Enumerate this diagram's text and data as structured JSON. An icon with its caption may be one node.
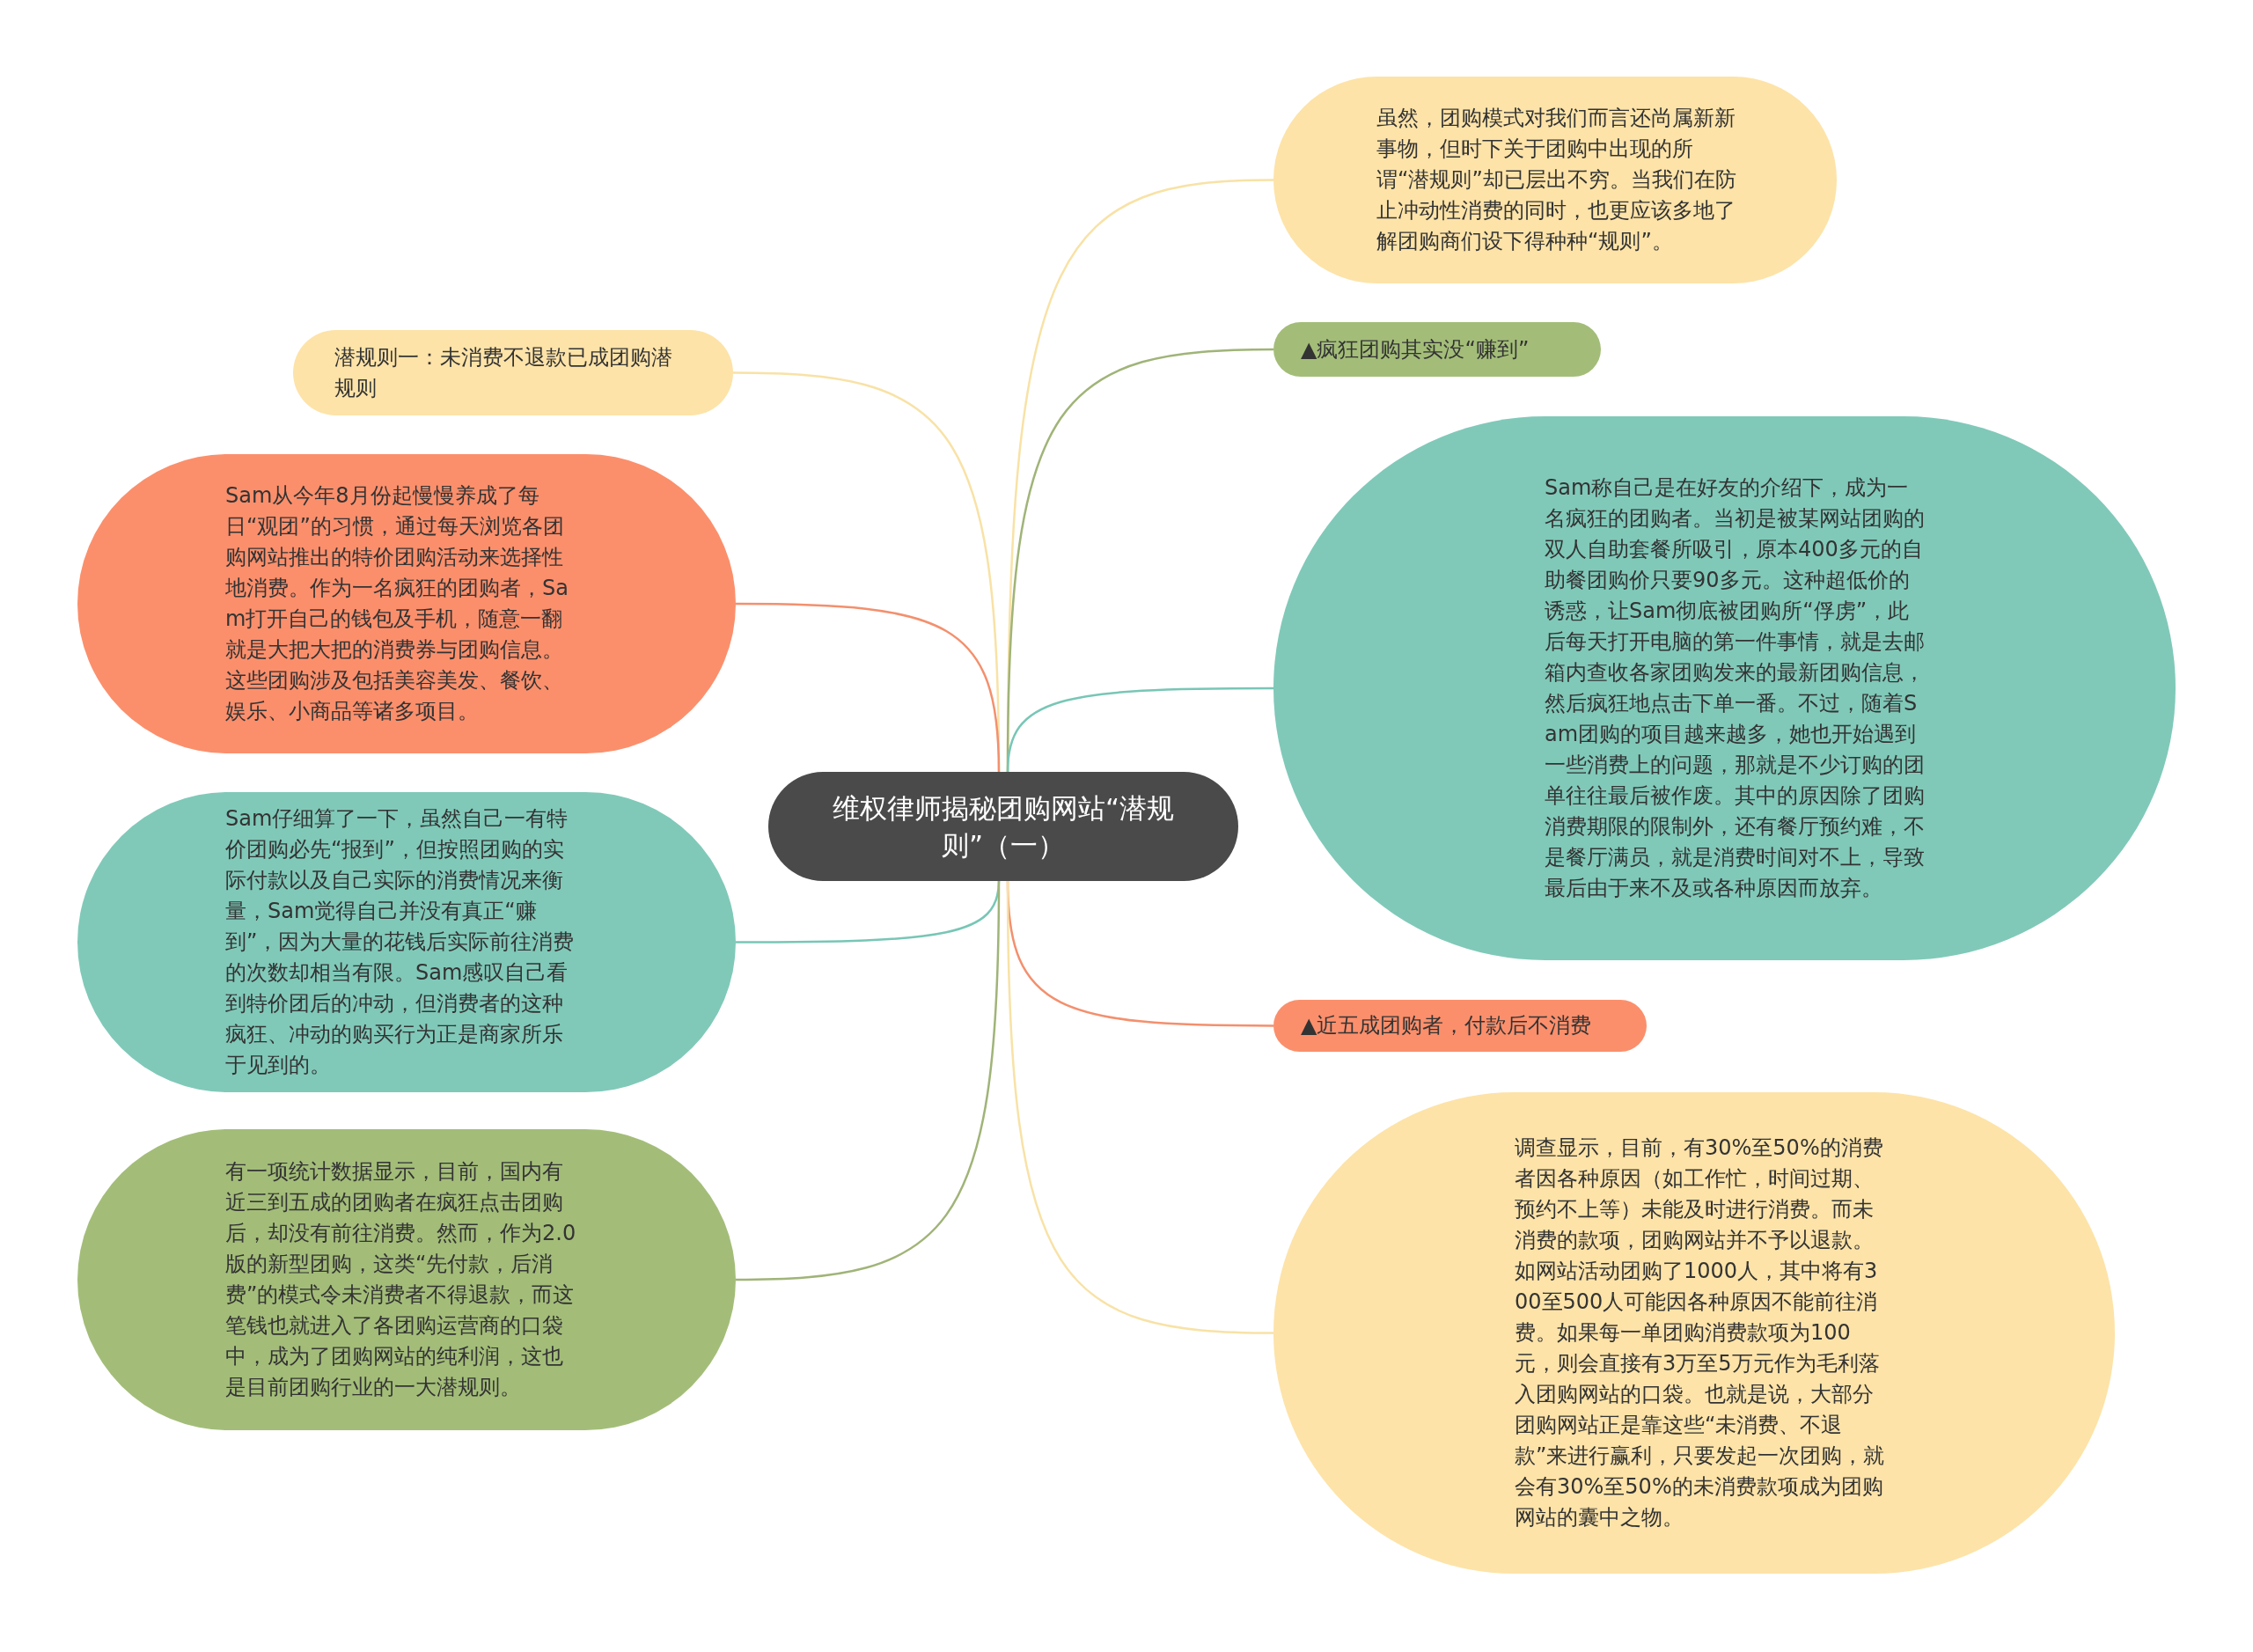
{
  "diagram": {
    "nodes": [
      {
        "text": [
          "维权律师揭秘团购网站“潜规则”（一）"
        ]
      },
      {
        "text": [
          "虽然，团购模式对我们而言还尚属新新事物，但时下关于团购中出现的所谓“潜规则”却已层出不穷。当我们在防止冲动性消费的同时，也更应该多地了解团购商们设下得种种“规则”。"
        ]
      },
      {
        "text": [
          "▲疯狂团购其实没“赚到”"
        ]
      },
      {
        "text": [
          "Sam称自己是在好友的介绍下，成为一名疯狂的团购者。当初是被某网站团购的双人自助套餐所吸引，原本400多元的自助餐团购价只要90多元。这种超低价的诱惑，让Sam彻底被团购所“俘虏”，此后每天打开电脑的第一件事情，就是去邮箱内查收各家团购发来的最新团购信息，然后疯狂地点击下单一番。不过，随着Sam团购的项目越来越多，她也开始遇到一些消费上的问题，那就是不少订购的团单往往最后被作废。其中的原因除了团购消费期限的限制外，还有餐厅预约难，不是餐厅满员，就是消费时间对不上，导致最后由于来不及或各种原因而放弃。"
        ]
      },
      {
        "text": [
          "▲近五成团购者，付款后不消费"
        ]
      },
      {
        "text": [
          "调查显示，目前，有30%至50%的消费者因各种原因（如工作忙，时间过期、预约不上等）未能及时进行消费。而未消费的款项，团购网站并不予以退款。如网站活动团购了1000人，其中将有300至500人可能因各种原因不能前往消费。如果每一单团购消费款项为100元，则会直接有3万至5万元作为毛利落入团购网站的口袋。也就是说，大部分团购网站正是靠这些“未消费、不退款”来进行赢利，只要发起一次团购，就会有30%至50%的未消费款项成为团购网站的囊中之物。"
        ]
      },
      {
        "text": [
          "潜规则一：未消费不退款已成团购潜规则"
        ]
      },
      {
        "text": [
          "Sam从今年8月份起慢慢养成了每日“观团”的习惯，通过每天浏览各团购网站推出的特价团购活动来选择性地消费。作为一名疯狂的团购者，Sam打开自己的钱包及手机，随意一翻就是大把大把的消费券与团购信息。这些团购涉及包括美容美发、餐饮、娱乐、小商品等诸多项目。"
        ]
      },
      {
        "text": [
          "Sam仔细算了一下，虽然自己一有特价团购必先“报到”，但按照团购的实际付款以及自己实际的消费情况来衡量，Sam觉得自己并没有真正“赚到”，因为大量的花钱后实际前往消费的次数却相当有限。Sam感叹自己看到特价团后的冲动，但消费者的这种疯狂、冲动的购买行为正是商家所乐于见到的。"
        ]
      },
      {
        "text": [
          "有一项统计数据显示，目前，国内有近三到五成的团购者在疯狂点击团购后，却没有前往消费。然而，作为2.0版的新型团购，这类“先付款，后消费”的模式令未消费者不得退款，而这笔钱也就进入了各团购运营商的口袋中，成为了团购网站的纯利润，这也是目前团购行业的一大潜规则。"
        ]
      }
    ],
    "edges": [
      {
        "from": 0,
        "to": 1,
        "arrow": "none",
        "color": "#f8e2a6"
      },
      {
        "from": 0,
        "to": 2,
        "arrow": "none",
        "color": "#a0b478"
      },
      {
        "from": 0,
        "to": 3,
        "arrow": "none",
        "color": "#78c6b6"
      },
      {
        "from": 0,
        "to": 4,
        "arrow": "none",
        "color": "#f3906e"
      },
      {
        "from": 0,
        "to": 5,
        "arrow": "none",
        "color": "#f8e2a6"
      },
      {
        "from": 0,
        "to": 6,
        "arrow": "none",
        "color": "#f8e2a6"
      },
      {
        "from": 0,
        "to": 7,
        "arrow": "none",
        "color": "#f3906e"
      },
      {
        "from": 0,
        "to": 8,
        "arrow": "none",
        "color": "#78c6b6"
      },
      {
        "from": 0,
        "to": 9,
        "arrow": "none",
        "color": "#a0b478"
      }
    ]
  }
}
